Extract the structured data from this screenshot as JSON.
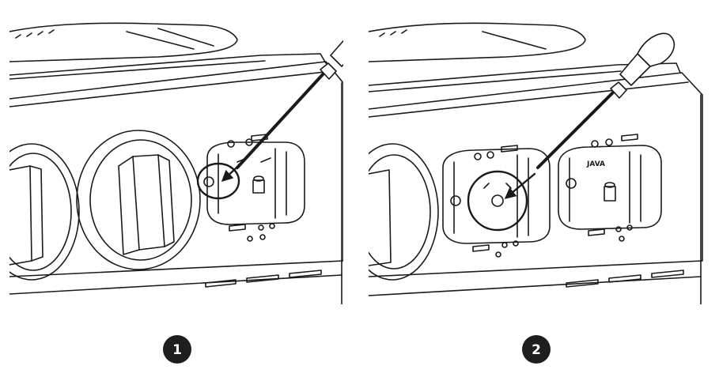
{
  "steps": [
    {
      "label": "1"
    },
    {
      "label": "2"
    }
  ],
  "panel2": {
    "brand": "JAVA"
  },
  "colors": {
    "ink": "#1a1a1a",
    "badge": "#1e1e1e",
    "badge_text": "#ffffff",
    "background": "#ffffff"
  },
  "icons": {
    "tool": "screwdriver-icon",
    "arrow": "arrow-icon",
    "highlight": "highlight-circle-icon"
  }
}
